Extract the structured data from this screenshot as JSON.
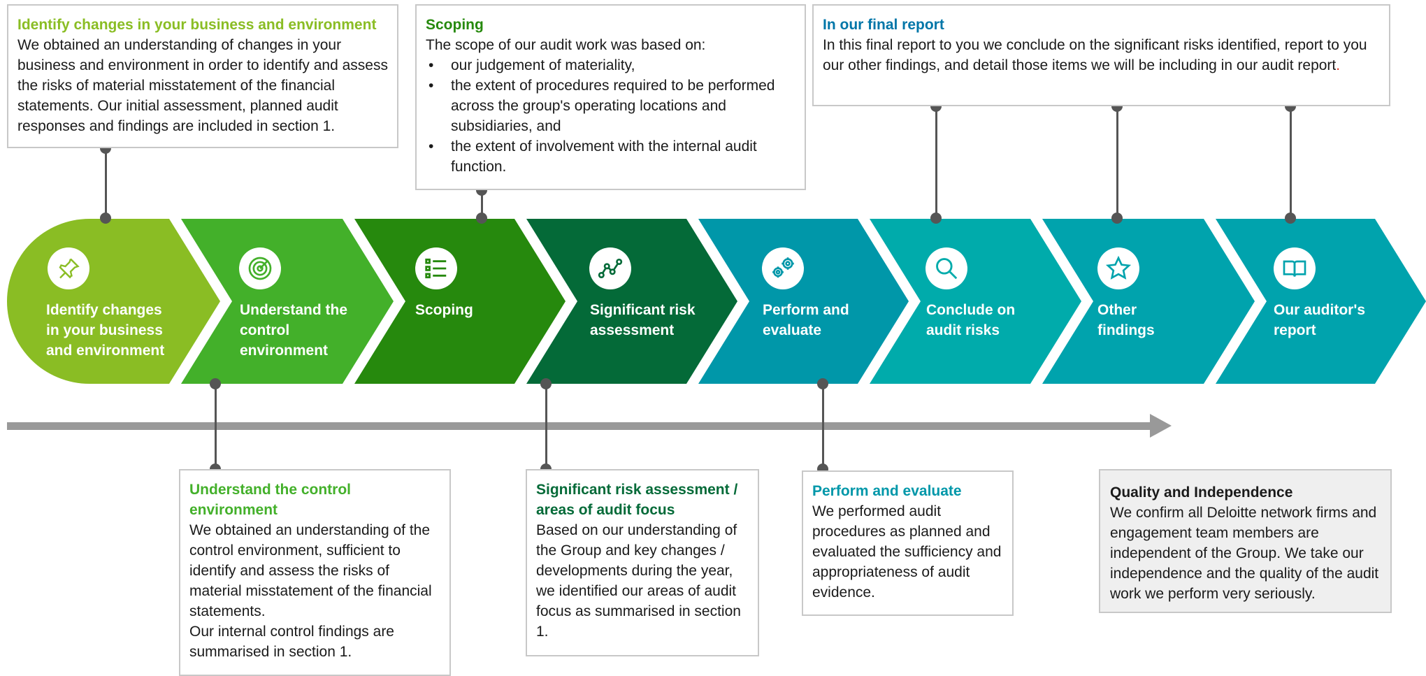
{
  "colors": {
    "lime": "#8ABD24",
    "green": "#43B02A",
    "darkgreen": "#26890D",
    "forest": "#046A38",
    "teal": "#0097A9",
    "aqua": "#00ABAB",
    "aqua2": "#00A3AD",
    "blue": "#0076A8",
    "arrow": "#999999",
    "connector": "#555555"
  },
  "stages": [
    {
      "label": "Identify changes in your business and environment",
      "icon": "pin-icon"
    },
    {
      "label": "Understand the control environment",
      "icon": "radar-icon"
    },
    {
      "label": "Scoping",
      "icon": "list-icon"
    },
    {
      "label": "Significant risk assessment",
      "icon": "chart-line-icon"
    },
    {
      "label": "Perform and evaluate",
      "icon": "gears-icon"
    },
    {
      "label": "Conclude on audit risks",
      "icon": "search-icon"
    },
    {
      "label": "Other findings",
      "icon": "star-icon"
    },
    {
      "label": "Our auditor's report",
      "icon": "book-icon"
    }
  ],
  "boxes": {
    "identify": {
      "title": "Identify changes in your business and environment",
      "body": "We obtained an understanding of changes in your business and environment in order to identify and assess the risks of material misstatement of the financial statements. Our initial assessment, planned audit responses and findings are included in section 1."
    },
    "scoping": {
      "title": "Scoping",
      "intro": "The scope of our audit work was based on:",
      "bullets": [
        "our judgement of materiality,",
        "the extent of procedures required to be performed across the group's operating locations and subsidiaries, and",
        "the extent of involvement with the internal audit function."
      ]
    },
    "final": {
      "title": "In our final report",
      "body": "In this final report to you we conclude on the significant risks identified, report to you our other findings, and detail those items we will be including in our audit report",
      "period": "."
    },
    "control": {
      "title": "Understand the control environment",
      "body1": "We obtained an understanding of the control environment, sufficient to identify and assess the risks of material misstatement of the financial statements.",
      "body2": "Our internal control findings are summarised in section 1."
    },
    "risk": {
      "title": "Significant risk assessment / areas of audit focus",
      "body": "Based on our understanding of the Group and key changes / developments during the year, we identified our areas of audit focus as summarised in section 1."
    },
    "perform": {
      "title": "Perform and evaluate",
      "body": "We performed audit procedures as planned and evaluated the sufficiency and appropriateness of audit evidence."
    },
    "quality": {
      "title": "Quality and Independence",
      "body": "We confirm all Deloitte network firms and engagement team members are independent of the Group. We take our independence and the quality of the audit work we perform very seriously."
    }
  }
}
